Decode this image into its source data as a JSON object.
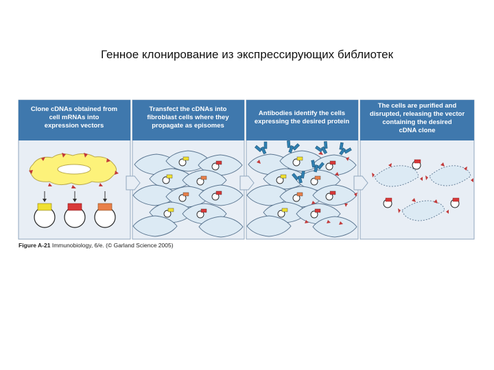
{
  "slide": {
    "title": "Генное клонирование из экспрессирующих библиотек"
  },
  "figure": {
    "panels": [
      {
        "header_lines": [
          "Clone cDNAs obtained from",
          "cell mRNAs into",
          "expression vectors"
        ]
      },
      {
        "header_lines": [
          "Transfect the cDNAs into",
          "fibroblast cells where they",
          "propagate as episomes"
        ]
      },
      {
        "header_lines": [
          "Antibodies identify the cells",
          "expressing the desired protein"
        ]
      },
      {
        "header_lines": [
          "The cells are purified and",
          "disrupted, releasing the vector",
          "containing the desired",
          "cDNA clone"
        ]
      }
    ],
    "caption": {
      "label": "Figure A-21",
      "source": "Immunobiology, 6/e.",
      "credit": "(© Garland Science 2005)"
    }
  },
  "colors": {
    "header_bg": "#3f78ad",
    "header_text": "#ffffff",
    "panel_bg": "#e8eef5",
    "cell_fill": "#dceaf4",
    "cell_stroke": "#5a7590",
    "nucleus_fill": "#fdf27a",
    "insert_yellow": "#f0e030",
    "insert_red": "#d83838",
    "insert_orange": "#e8804a",
    "antigen": "#c23a3a",
    "antibody": "#2f7fb0"
  }
}
